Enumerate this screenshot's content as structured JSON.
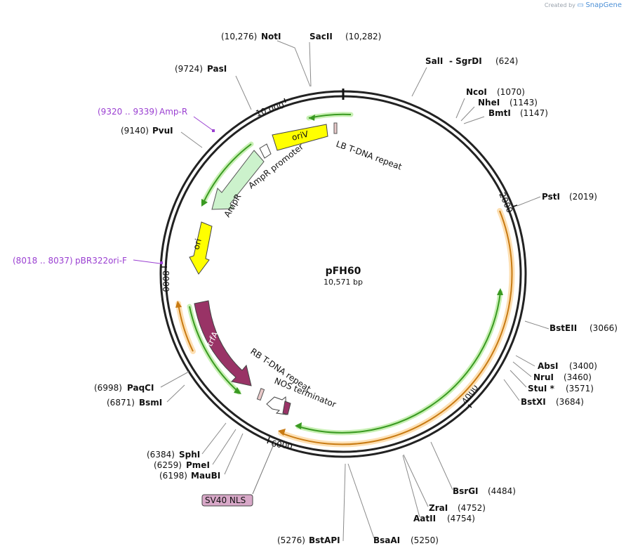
{
  "plasmid": {
    "name": "pFH60",
    "length_label": "10,571 bp"
  },
  "watermark": {
    "prefix": "Created by",
    "brand": "SnapGene"
  },
  "ticks": [
    "10,000",
    "2000",
    "4000",
    "6000",
    "8000"
  ],
  "features": [
    {
      "id": "oriV",
      "label": "oriV",
      "color": "#ffff00"
    },
    {
      "id": "LB",
      "label": "LB T-DNA repeat",
      "color": "#e9c9c9"
    },
    {
      "id": "AmpR_promoter",
      "label": "AmpR promoter",
      "color": "#ffffff"
    },
    {
      "id": "AmpR",
      "label": "AmpR",
      "color": "#ccf2cc"
    },
    {
      "id": "ori",
      "label": "ori",
      "color": "#ffff00"
    },
    {
      "id": "trfA",
      "label": "trfA",
      "color": "#993366"
    },
    {
      "id": "RB",
      "label": "RB T-DNA repeat",
      "color": "#e9c9c9"
    },
    {
      "id": "NOS",
      "label": "NOS terminator",
      "color": "#ffffff"
    },
    {
      "id": "SV40_NLS",
      "label": "SV40 NLS",
      "color": "#d8a8c8"
    }
  ],
  "primers": [
    {
      "label": "Amp-R",
      "pos": "(9320 .. 9339)"
    },
    {
      "label": "pBR322ori-F",
      "pos": "(8018 .. 8037)"
    }
  ],
  "sites": [
    {
      "name": "NotI",
      "pos": "(10,276)"
    },
    {
      "name": "SacII",
      "pos": "(10,282)"
    },
    {
      "name": "SalI",
      "extra": "- SgrDI",
      "pos": "(624)"
    },
    {
      "name": "PasI",
      "pos": "(9724)"
    },
    {
      "name": "NcoI",
      "pos": "(1070)"
    },
    {
      "name": "NheI",
      "pos": "(1143)"
    },
    {
      "name": "BmtI",
      "pos": "(1147)"
    },
    {
      "name": "PvuI",
      "pos": "(9140)"
    },
    {
      "name": "PstI",
      "pos": "(2019)"
    },
    {
      "name": "BstEII",
      "pos": "(3066)"
    },
    {
      "name": "AbsI",
      "pos": "(3400)"
    },
    {
      "name": "NruI",
      "pos": "(3460)"
    },
    {
      "name": "StuI *",
      "pos": "(3571)"
    },
    {
      "name": "BstXI",
      "pos": "(3684)"
    },
    {
      "name": "PaqCI",
      "pos": "(6998)"
    },
    {
      "name": "BsmI",
      "pos": "(6871)"
    },
    {
      "name": "BsrGI",
      "pos": "(4484)"
    },
    {
      "name": "SphI",
      "pos": "(6384)"
    },
    {
      "name": "PmeI",
      "pos": "(6259)"
    },
    {
      "name": "MauBI",
      "pos": "(6198)"
    },
    {
      "name": "ZraI",
      "pos": "(4752)"
    },
    {
      "name": "AatII",
      "pos": "(4754)"
    },
    {
      "name": "BstAPI",
      "pos": "(5276)"
    },
    {
      "name": "BsaAI",
      "pos": "(5250)"
    }
  ]
}
